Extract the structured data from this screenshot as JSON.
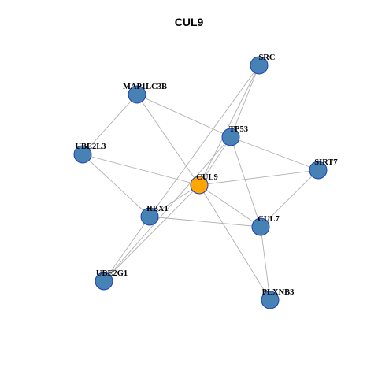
{
  "title": "CUL9",
  "colors": {
    "node": "#4682b4",
    "center": "#ffa500",
    "edge": "#b0b0b0",
    "border": "#1f3fb8"
  },
  "nodes": [
    {
      "id": "CUL9",
      "label": "CUL9",
      "center": true
    },
    {
      "id": "SRC",
      "label": "SRC"
    },
    {
      "id": "MAP1LC3B",
      "label": "MAP1LC3B"
    },
    {
      "id": "TP53",
      "label": "TP53"
    },
    {
      "id": "UBE2L3",
      "label": "UBE2L3"
    },
    {
      "id": "SIRT7",
      "label": "SIRT7"
    },
    {
      "id": "RBX1",
      "label": "RBX1"
    },
    {
      "id": "CUL7",
      "label": "CUL7"
    },
    {
      "id": "UBE2G1",
      "label": "UBE2G1"
    },
    {
      "id": "PLXNB3",
      "label": "PLXNB3"
    }
  ],
  "edges": [
    [
      "MAP1LC3B",
      "UBE2L3"
    ],
    [
      "MAP1LC3B",
      "TP53"
    ],
    [
      "MAP1LC3B",
      "CUL9"
    ],
    [
      "SRC",
      "TP53"
    ],
    [
      "SRC",
      "CUL9"
    ],
    [
      "SRC",
      "RBX1"
    ],
    [
      "UBE2L3",
      "CUL9"
    ],
    [
      "UBE2L3",
      "RBX1"
    ],
    [
      "TP53",
      "SIRT7"
    ],
    [
      "TP53",
      "CUL7"
    ],
    [
      "TP53",
      "UBE2G1"
    ],
    [
      "TP53",
      "CUL9"
    ],
    [
      "CUL9",
      "SIRT7"
    ],
    [
      "CUL9",
      "CUL7"
    ],
    [
      "CUL9",
      "RBX1"
    ],
    [
      "CUL9",
      "UBE2G1"
    ],
    [
      "CUL9",
      "PLXNB3"
    ],
    [
      "SIRT7",
      "CUL7"
    ],
    [
      "RBX1",
      "CUL7"
    ],
    [
      "RBX1",
      "UBE2G1"
    ],
    [
      "CUL7",
      "PLXNB3"
    ]
  ]
}
